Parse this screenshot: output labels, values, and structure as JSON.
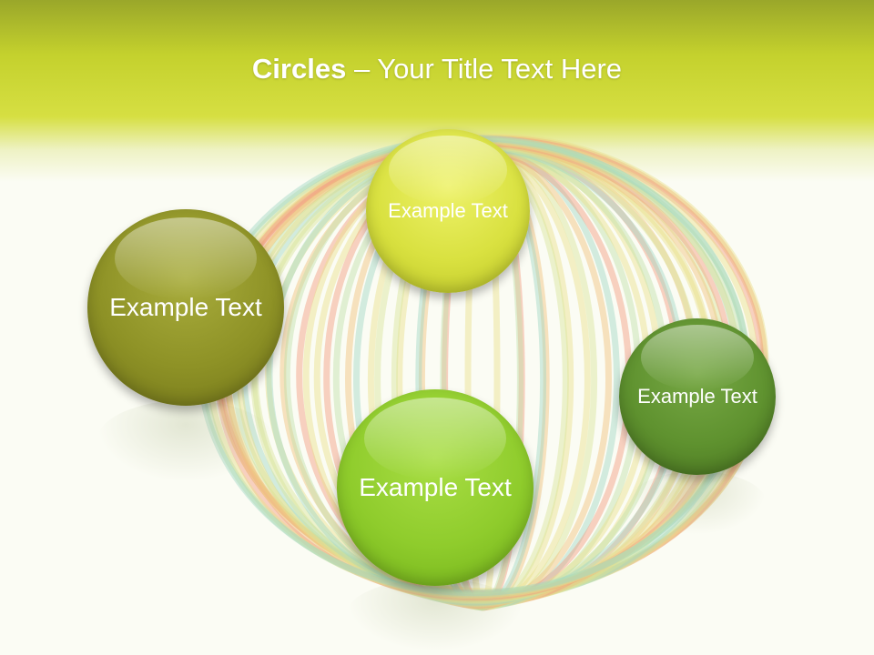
{
  "title": {
    "bold": "Circles",
    "rest": " – Your Title Text Here"
  },
  "circles": [
    {
      "label": "Example Text",
      "color": "#8e9226"
    },
    {
      "label": "Example Text",
      "color": "#d9e140"
    },
    {
      "label": "Example Text",
      "color": "#8fcc2c"
    },
    {
      "label": "Example Text",
      "color": "#5f922f"
    }
  ],
  "colors": {
    "header": "#c4d12d",
    "background": "#fbfcf4"
  }
}
